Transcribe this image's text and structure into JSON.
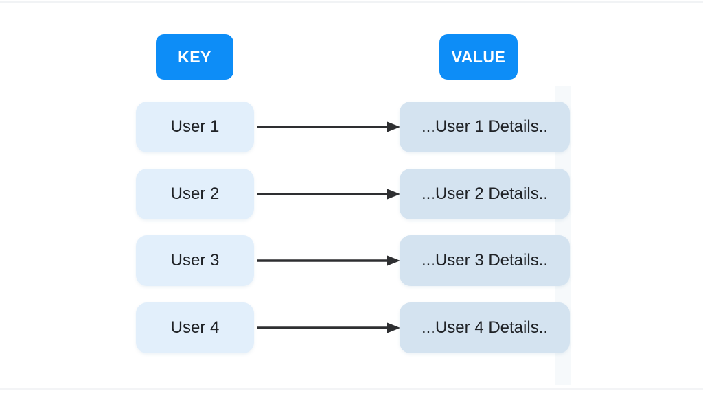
{
  "diagram": {
    "headers": {
      "key": "KEY",
      "value": "VALUE"
    },
    "rows": [
      {
        "key": "User 1",
        "value": "...User 1 Details.."
      },
      {
        "key": "User 2",
        "value": "...User 2 Details.."
      },
      {
        "key": "User 3",
        "value": "...User 3 Details.."
      },
      {
        "key": "User 4",
        "value": "...User 4 Details.."
      }
    ]
  },
  "colors": {
    "accent-blue": "#0d8df7",
    "key-box-bg": "#e2effb",
    "value-box-bg": "#d4e3f0",
    "arrow-color": "#2e2f31",
    "text-color": "#202327",
    "header-text": "#ffffff"
  }
}
